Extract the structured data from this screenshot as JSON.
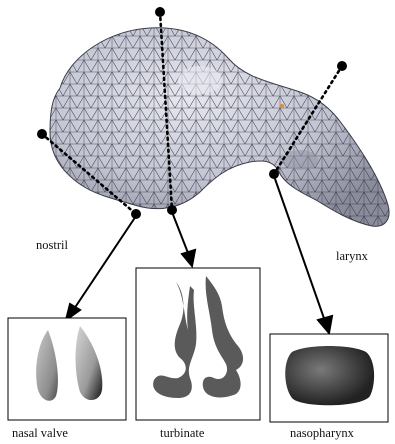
{
  "figure": {
    "region_labels": {
      "nostril": "nostril",
      "larynx": "larynx"
    },
    "panels": {
      "nasal_valve": "nasal valve",
      "turbinate": "turbinate",
      "nasopharynx": "nasopharynx"
    }
  },
  "colors": {
    "mesh_fill": "#c8cad6",
    "mesh_line": "#2b2e3a",
    "marker": "#000000",
    "section_dark": "#555555",
    "panel_border": "#000000"
  }
}
